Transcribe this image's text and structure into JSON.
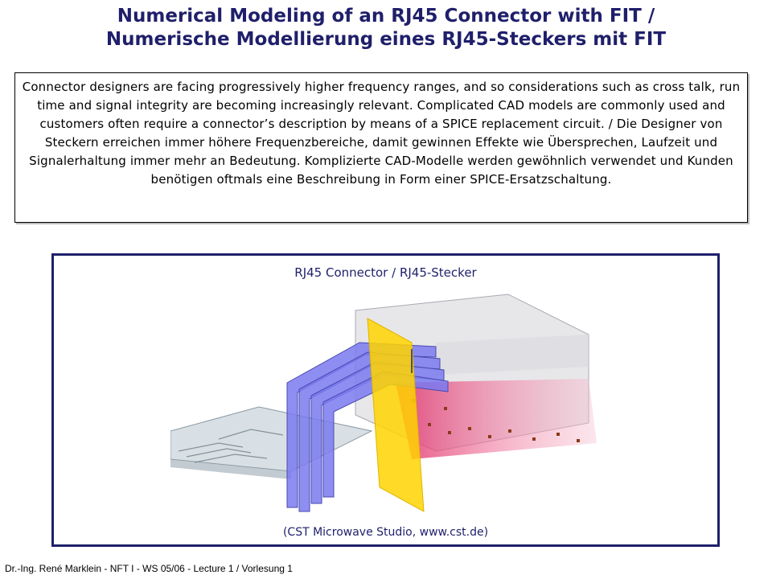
{
  "slide": {
    "title_line1": "Numerical Modeling of an RJ45 Connector with FIT /",
    "title_line2": "Numerische Modellierung eines RJ45-Steckers mit FIT",
    "abstract": "Connector designers are facing progressively higher frequency ranges, and so considerations such as cross talk, run time and signal integrity are becoming increasingly relevant. Complicated CAD models are commonly used and customers often require a connector’s description by means of a SPICE replacement circuit. / Die Designer von Steckern erreichen immer höhere Frequenzbereiche, damit gewinnen Effekte wie Übersprechen, Laufzeit und Signalerhaltung immer mehr an Bedeutung. Komplizierte CAD-Modelle werden gewöhnlich verwendet und Kunden benötigen oftmals eine Beschreibung in Form einer SPICE-Ersatzschaltung.",
    "figure_caption": "RJ45 Connector / RJ45-Stecker",
    "figure_credit": "(CST Microwave Studio, www.cst.de)",
    "footer": "Dr.-Ing. René Marklein - NFT I - WS 05/06 - Lecture 1 / Vorlesung 1"
  },
  "colors": {
    "title": "#1f1f6b",
    "figure_border": "#1f1f6b",
    "field_plane": "#ffd400",
    "pins": "#7a7af0",
    "field_hot": "#e0306a"
  }
}
